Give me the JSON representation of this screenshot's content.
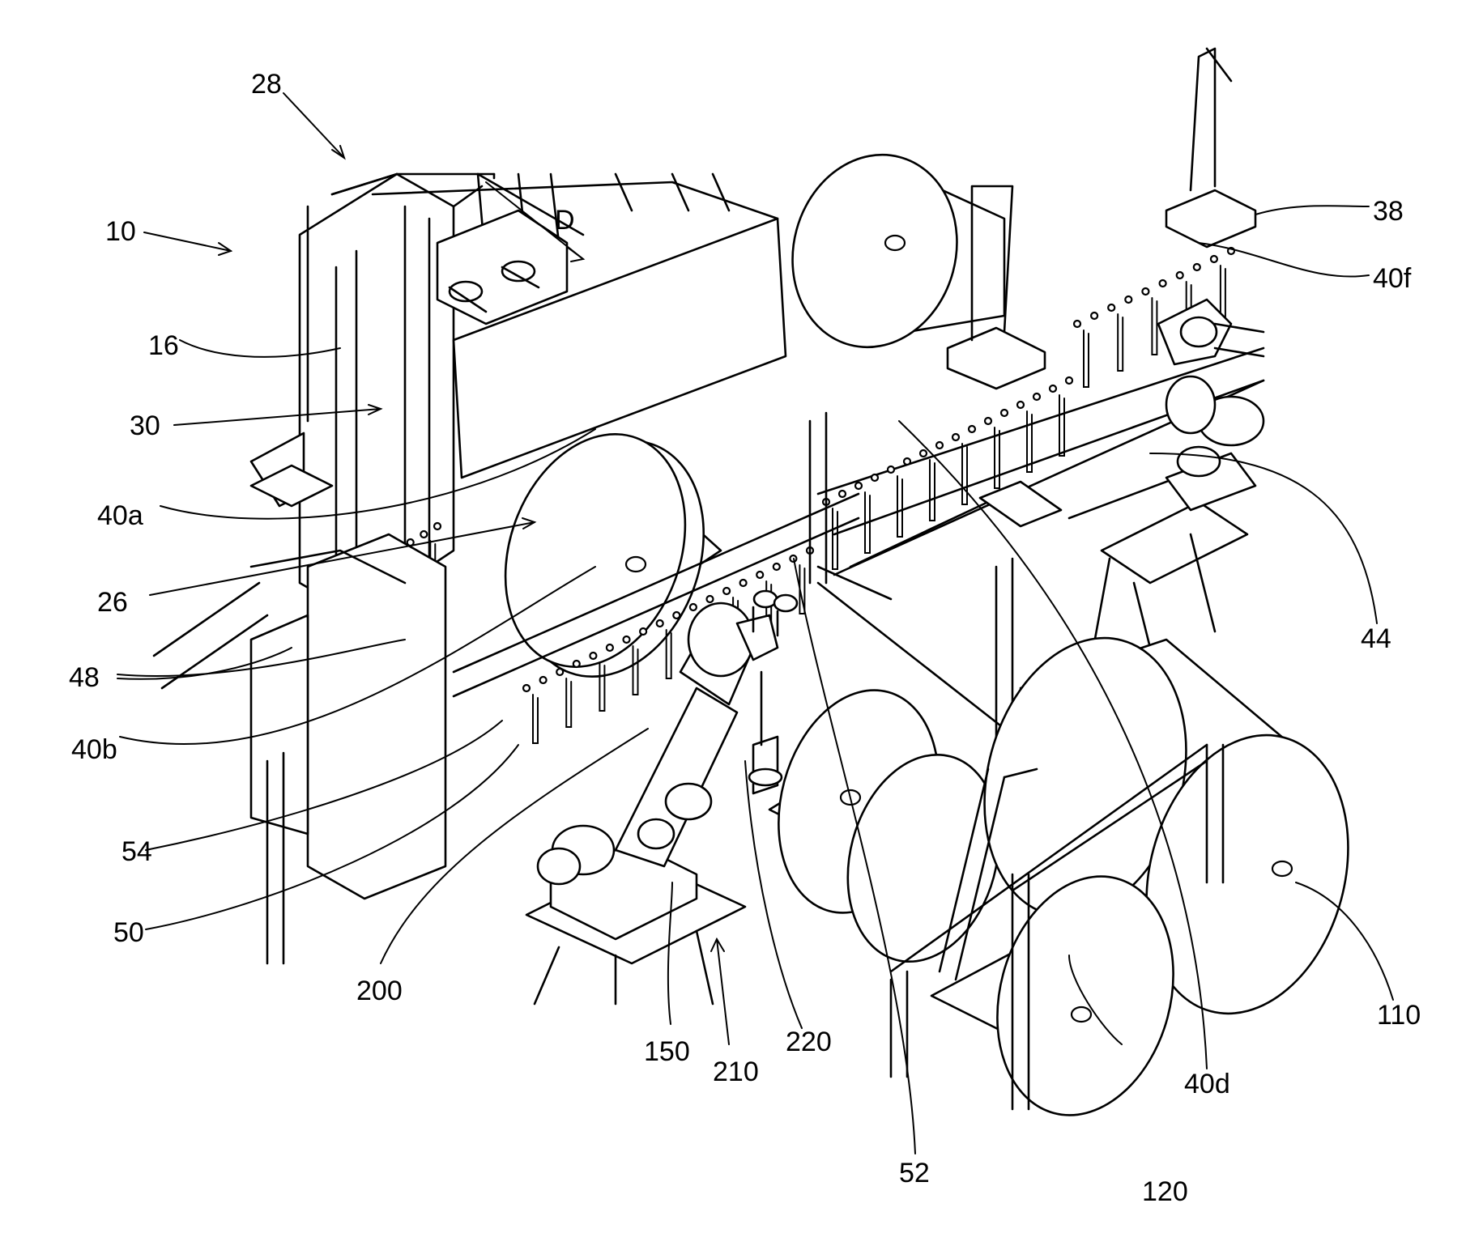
{
  "figure": {
    "labels": {
      "l28": "28",
      "l10": "10",
      "lD": "D",
      "l16": "16",
      "l30": "30",
      "l40a": "40a",
      "l26": "26",
      "l48": "48",
      "l40b": "40b",
      "l54": "54",
      "l50": "50",
      "l200": "200",
      "l150": "150",
      "l210": "210",
      "l220": "220",
      "l52": "52",
      "l120": "120",
      "l40d": "40d",
      "l110": "110",
      "l44": "44",
      "l40f": "40f",
      "l38": "38"
    }
  }
}
